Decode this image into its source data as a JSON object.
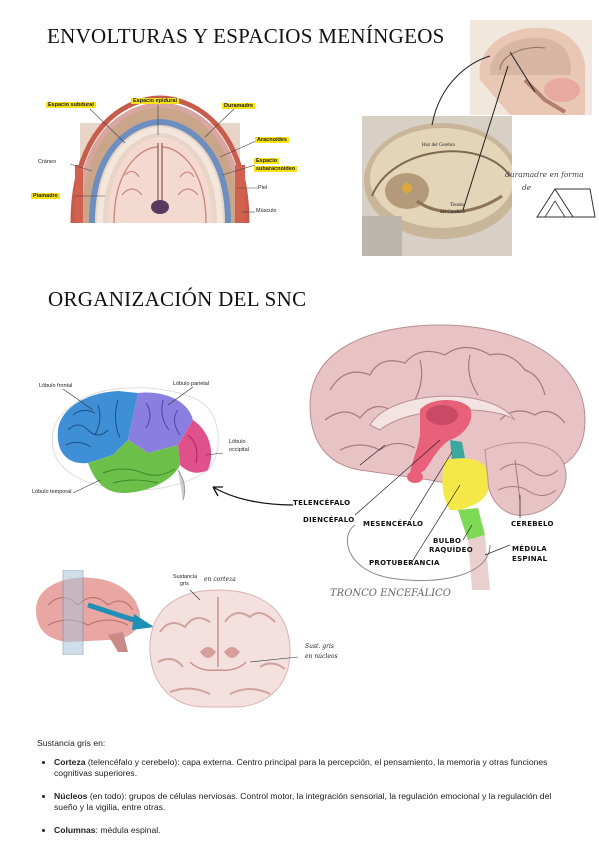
{
  "titles": {
    "meninges": "ENVOLTURAS Y ESPACIOS MENÍNGEOS",
    "snc": "ORGANIZACIÓN DEL SNC"
  },
  "meninges_labels": {
    "subdural": "Espacio subdural",
    "epidural": "Espacio epidural",
    "duramadre": "Duramadre",
    "aracnoides": "Aracnoides",
    "subaracnoideo_1": "Espacio",
    "subaracnoideo_2": "subaracnoideo",
    "craneo": "Cráneo",
    "piel": "Piel",
    "piamadre": "Piamadre",
    "musculo": "Músculo"
  },
  "skull_labels": {
    "hoz": "Hoz del Cerebro",
    "tienda_1": "Tienda",
    "tienda_2": "del Cerebelo"
  },
  "handnote": {
    "line1": "duramadre en forma",
    "line2": "de"
  },
  "lobes": {
    "frontal": "Lóbulo frontal",
    "parietal": "Lóbulo parietal",
    "occipital_1": "Lóbulo",
    "occipital_2": "occipital",
    "temporal": "Lóbulo temporal"
  },
  "sagittal_labels": {
    "telencefalo": "TELENCÉFALO",
    "diencefalo": "DIENCÉFALO",
    "mesencefalo": "MESENCÉFALO",
    "bulbo_1": "BULBO",
    "bulbo_2": "RAQUÍDEO",
    "protuberancia": "PROTUBERANCIA",
    "cerebelo": "CEREBELO",
    "medula_1": "MÉDULA",
    "medula_2": "ESPINAL",
    "tronco": "TRONCO ENCEFÁLICO"
  },
  "coronal_labels": {
    "sg_corteza_1": "Sustancia",
    "sg_corteza_2": "gris",
    "sg_corteza_3": "en corteza",
    "sg_nucleos_1": "Sust. gris",
    "sg_nucleos_2": "en núcleos"
  },
  "text": {
    "intro": "Sustancia gris en:",
    "items": [
      {
        "term": "Corteza",
        "rest": " (telencéfalo y cerebelo): capa externa. Centro principal para la percepción, el pensamiento, la memoria y otras funciones cognitivas superiores."
      },
      {
        "term": "Núcleos",
        "rest": " (en todo): grupos de células nerviosas.  Control motor, la integración sensorial, la regulación emocional y la regulación del sueño y la vigilia, entre otras."
      },
      {
        "term": "Columnas",
        "rest": ": médula espinal."
      }
    ]
  },
  "colors": {
    "frontal": "#3f8fd6",
    "parietal": "#8a7fe0",
    "occipital": "#e0508a",
    "temporal": "#6cc04a",
    "diencefalo": "#e8607a",
    "mesencefalo": "#3aa89c",
    "protuberancia": "#f3e848",
    "bulbo": "#7ed957",
    "cerebro": "#e7c3c5"
  }
}
